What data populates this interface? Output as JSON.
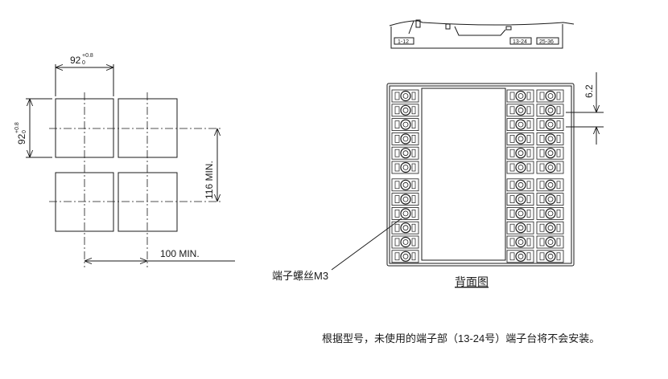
{
  "panel_cutout": {
    "width_dim": "92",
    "width_tol_upper": "+0.8",
    "width_tol_lower": "0",
    "height_dim": "92",
    "height_tol_upper": "+0.8",
    "height_tol_lower": "0",
    "vertical_pitch": "116 MIN.",
    "horizontal_pitch": "100 MIN."
  },
  "top_view": {
    "labels": [
      "1-12",
      "13-24",
      "25-36"
    ]
  },
  "rear_view": {
    "pitch_dim": "6.2",
    "screw_label": "端子螺丝M3",
    "title": "背面图",
    "rows": 12
  },
  "note": "根据型号，未使用的端子部（13-24号）端子台将不会安装。"
}
